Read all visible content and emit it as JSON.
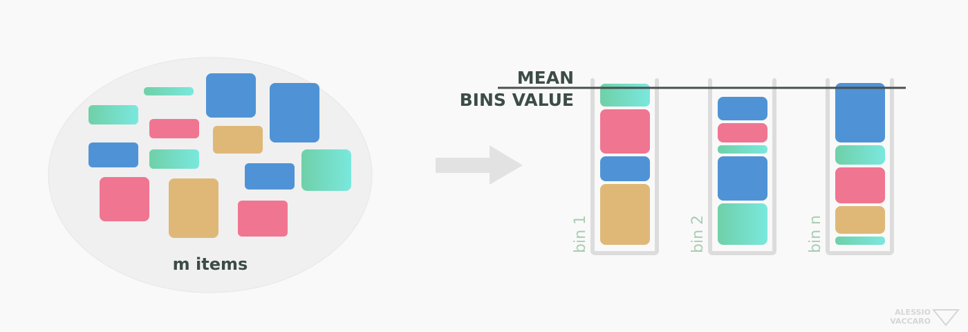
{
  "items_label": "m items",
  "mean_label_line1": "MEAN",
  "mean_label_line2": "BINS VALUE",
  "bins": [
    {
      "label": "bin 1"
    },
    {
      "label": "bin 2"
    },
    {
      "label": "bin n"
    }
  ],
  "watermark": {
    "line1": "ALESSIO",
    "line2": "VACCARO"
  },
  "colors": {
    "background": "#f9f9f9",
    "pool": "#f0f0f0",
    "blue": "#4f93d6",
    "pink": "#f07591",
    "tan": "#dfb878",
    "green_start": "#6fd0a8",
    "green_end": "#7ae8de",
    "bin_outline": "#dcdcdc",
    "arrow": "#e2e2e2",
    "mean_line": "#4a4f50",
    "label_text": "#3c4c48",
    "bin_label_text": "#a9cdb2"
  }
}
